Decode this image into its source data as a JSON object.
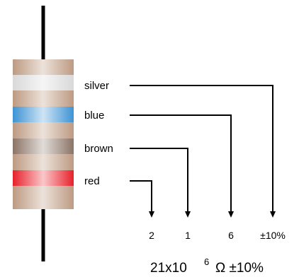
{
  "bands": [
    {
      "label": "silver",
      "digit": "±10%",
      "color": "#d9d9d9"
    },
    {
      "label": "blue",
      "digit": "6",
      "color": "#3d93d4"
    },
    {
      "label": "brown",
      "digit": "1",
      "color": "#8a7466"
    },
    {
      "label": "red",
      "digit": "2",
      "color": "#e8202a"
    }
  ],
  "body_color": "#c7a48a",
  "result": {
    "base": "21x10",
    "exponent": "6",
    "suffix": "Ω ±10%"
  }
}
